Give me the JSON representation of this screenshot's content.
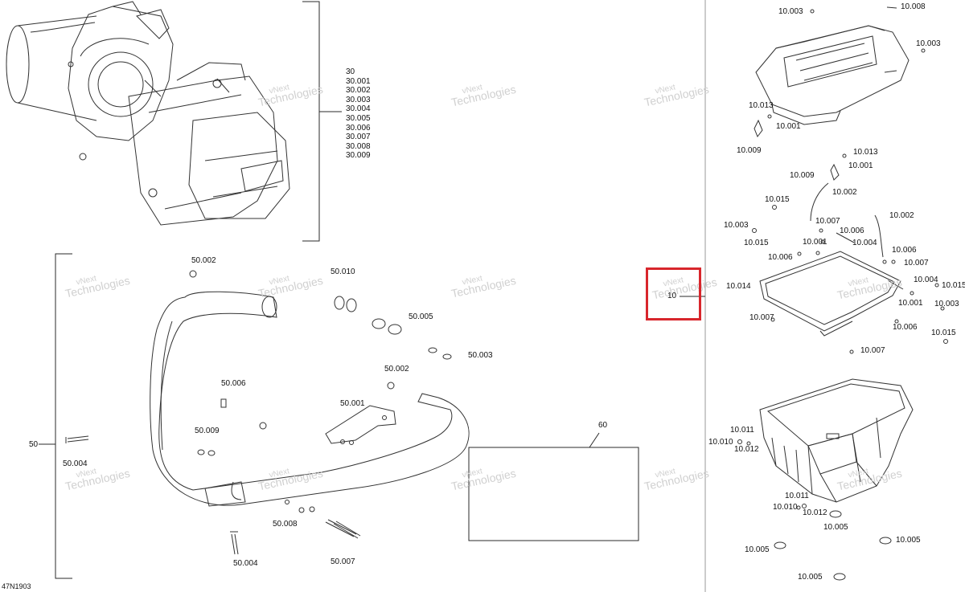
{
  "diagram_code": "47N1903",
  "watermark": {
    "line1": "vNext",
    "line2": "Technologies"
  },
  "assemblies": {
    "a30": {
      "label": "30",
      "range": [
        "30",
        "30.001",
        "30.002",
        "30.003",
        "30.004",
        "30.005",
        "30.006",
        "30.007",
        "30.008",
        "30.009"
      ]
    },
    "a50": {
      "label": "50"
    },
    "a60": {
      "label": "60"
    },
    "a10": {
      "label": "10"
    }
  },
  "callouts": [
    {
      "id": "c50002a",
      "text": "50.002"
    },
    {
      "id": "c50010",
      "text": "50.010"
    },
    {
      "id": "c50005",
      "text": "50.005"
    },
    {
      "id": "c50003",
      "text": "50.003"
    },
    {
      "id": "c50002b",
      "text": "50.002"
    },
    {
      "id": "c50006",
      "text": "50.006"
    },
    {
      "id": "c50001",
      "text": "50.001"
    },
    {
      "id": "c50009",
      "text": "50.009"
    },
    {
      "id": "c50004a",
      "text": "50.004"
    },
    {
      "id": "c50008",
      "text": "50.008"
    },
    {
      "id": "c50004b",
      "text": "50.004"
    },
    {
      "id": "c50007",
      "text": "50.007"
    },
    {
      "id": "r10003a",
      "text": "10.003"
    },
    {
      "id": "r10008",
      "text": "10.008"
    },
    {
      "id": "r10003b",
      "text": "10.003"
    },
    {
      "id": "r10013a",
      "text": "10.013"
    },
    {
      "id": "r10001a",
      "text": "10.001"
    },
    {
      "id": "r10009a",
      "text": "10.009"
    },
    {
      "id": "r10013b",
      "text": "10.013"
    },
    {
      "id": "r10001b",
      "text": "10.001"
    },
    {
      "id": "r10009b",
      "text": "10.009"
    },
    {
      "id": "r10002a",
      "text": "10.002"
    },
    {
      "id": "r10015a",
      "text": "10.015"
    },
    {
      "id": "r10007a",
      "text": "10.007"
    },
    {
      "id": "r10002b",
      "text": "10.002"
    },
    {
      "id": "r10003c",
      "text": "10.003"
    },
    {
      "id": "r10006a",
      "text": "10.006"
    },
    {
      "id": "r10015b",
      "text": "10.015"
    },
    {
      "id": "r10001c",
      "text": "10.001"
    },
    {
      "id": "r10004a",
      "text": "10.004"
    },
    {
      "id": "r10006b",
      "text": "10.006"
    },
    {
      "id": "r10006c",
      "text": "10.006"
    },
    {
      "id": "r10007b",
      "text": "10.007"
    },
    {
      "id": "r10014",
      "text": "10.014"
    },
    {
      "id": "r10004b",
      "text": "10.004"
    },
    {
      "id": "r10015c",
      "text": "10.015"
    },
    {
      "id": "r10001d",
      "text": "10.001"
    },
    {
      "id": "r10003d",
      "text": "10.003"
    },
    {
      "id": "r10007c",
      "text": "10.007"
    },
    {
      "id": "r10006d",
      "text": "10.006"
    },
    {
      "id": "r10015d",
      "text": "10.015"
    },
    {
      "id": "r10007d",
      "text": "10.007"
    },
    {
      "id": "r10011a",
      "text": "10.011"
    },
    {
      "id": "r10010a",
      "text": "10.010"
    },
    {
      "id": "r10012a",
      "text": "10.012"
    },
    {
      "id": "r10011b",
      "text": "10.011"
    },
    {
      "id": "r10010b",
      "text": "10.010"
    },
    {
      "id": "r10012b",
      "text": "10.012"
    },
    {
      "id": "r10005a",
      "text": "10.005"
    },
    {
      "id": "r10005b",
      "text": "10.005"
    },
    {
      "id": "r10005c",
      "text": "10.005"
    },
    {
      "id": "r10005d",
      "text": "10.005"
    }
  ],
  "colors": {
    "line": "#2a2a2a",
    "highlight": "#d8262c",
    "watermark": "#cfcfcf"
  }
}
